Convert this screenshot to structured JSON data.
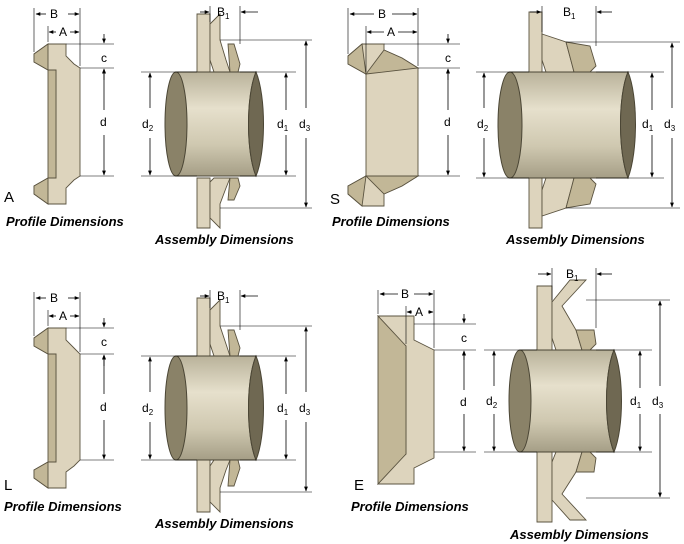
{
  "panels": [
    {
      "type_letter": "A",
      "profile_caption": "Profile Dimensions",
      "assembly_caption": "Assembly Dimensions",
      "labels": {
        "B": "B",
        "A": "A",
        "c": "c",
        "d": "d",
        "d2": "d",
        "d2_sub": "2",
        "d1": "d",
        "d1_sub": "1",
        "d3": "d",
        "d3_sub": "3",
        "B1": "B",
        "B1_sub": "1"
      }
    },
    {
      "type_letter": "S",
      "profile_caption": "Profile Dimensions",
      "assembly_caption": "Assembly Dimensions",
      "labels": {
        "B": "B",
        "A": "A",
        "c": "c",
        "d": "d",
        "d2": "d",
        "d2_sub": "2",
        "d1": "d",
        "d1_sub": "1",
        "d3": "d",
        "d3_sub": "3",
        "B1": "B",
        "B1_sub": "1"
      }
    },
    {
      "type_letter": "L",
      "profile_caption": "Profile Dimensions",
      "assembly_caption": "Assembly Dimensions",
      "labels": {
        "B": "B",
        "A": "A",
        "c": "c",
        "d": "d",
        "d2": "d",
        "d2_sub": "2",
        "d1": "d",
        "d1_sub": "1",
        "d3": "d",
        "d3_sub": "3",
        "B1": "B",
        "B1_sub": "1"
      }
    },
    {
      "type_letter": "E",
      "profile_caption": "Profile Dimensions",
      "assembly_caption": "Assembly Dimensions",
      "labels": {
        "B": "B",
        "A": "A",
        "c": "c",
        "d": "d",
        "d2": "d",
        "d2_sub": "2",
        "d1": "d",
        "d1_sub": "1",
        "d3": "d",
        "d3_sub": "3",
        "B1": "B",
        "B1_sub": "1"
      }
    }
  ]
}
